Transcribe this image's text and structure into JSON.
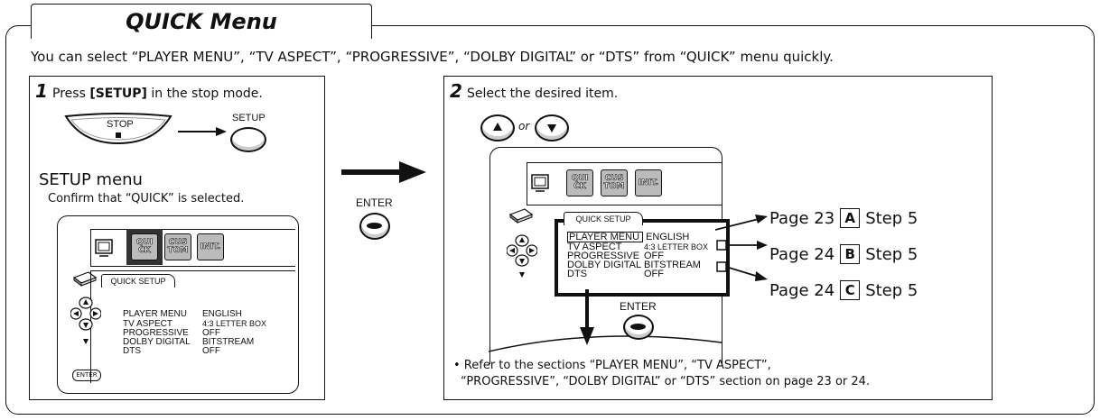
{
  "title": "QUICK Menu",
  "intro": "You can select “PLAYER MENU”, “TV ASPECT”, “PROGRESSIVE”, “DOLBY DIGITAL” or “DTS” from “QUICK” menu quickly.",
  "step1": {
    "num": "1",
    "text_pre": "Press ",
    "text_key": "[SETUP]",
    "text_post": " in the stop mode.",
    "stop_label": "STOP",
    "setup_label": "SETUP",
    "menu_heading": "SETUP menu",
    "confirm_text": "Confirm that “QUICK” is selected."
  },
  "enter_label": "ENTER",
  "step2": {
    "num": "2",
    "text": "Select the desired item.",
    "or_text": "or"
  },
  "menu_tabs": [
    "QUI CK",
    "CUS TOM",
    "INIT."
  ],
  "quick_setup_label": "QUICK SETUP",
  "settings": [
    {
      "name": "PLAYER MENU",
      "value": "ENGLISH"
    },
    {
      "name": "TV ASPECT",
      "value": "4:3 LETTER BOX"
    },
    {
      "name": "PROGRESSIVE",
      "value": "OFF"
    },
    {
      "name": "DOLBY DIGITAL",
      "value": "BITSTREAM"
    },
    {
      "name": "DTS",
      "value": "OFF"
    }
  ],
  "page_refs": [
    {
      "page": "Page 23",
      "letter": "A",
      "step": "Step 5"
    },
    {
      "page": "Page 24",
      "letter": "B",
      "step": "Step 5"
    },
    {
      "page": "Page 24",
      "letter": "C",
      "step": "Step 5"
    }
  ],
  "note_line1": "• Refer to the sections “PLAYER MENU”, “TV ASPECT”,",
  "note_line2": "“PROGRESSIVE”, “DOLBY DIGITAL” or “DTS” section on page 23 or 24."
}
